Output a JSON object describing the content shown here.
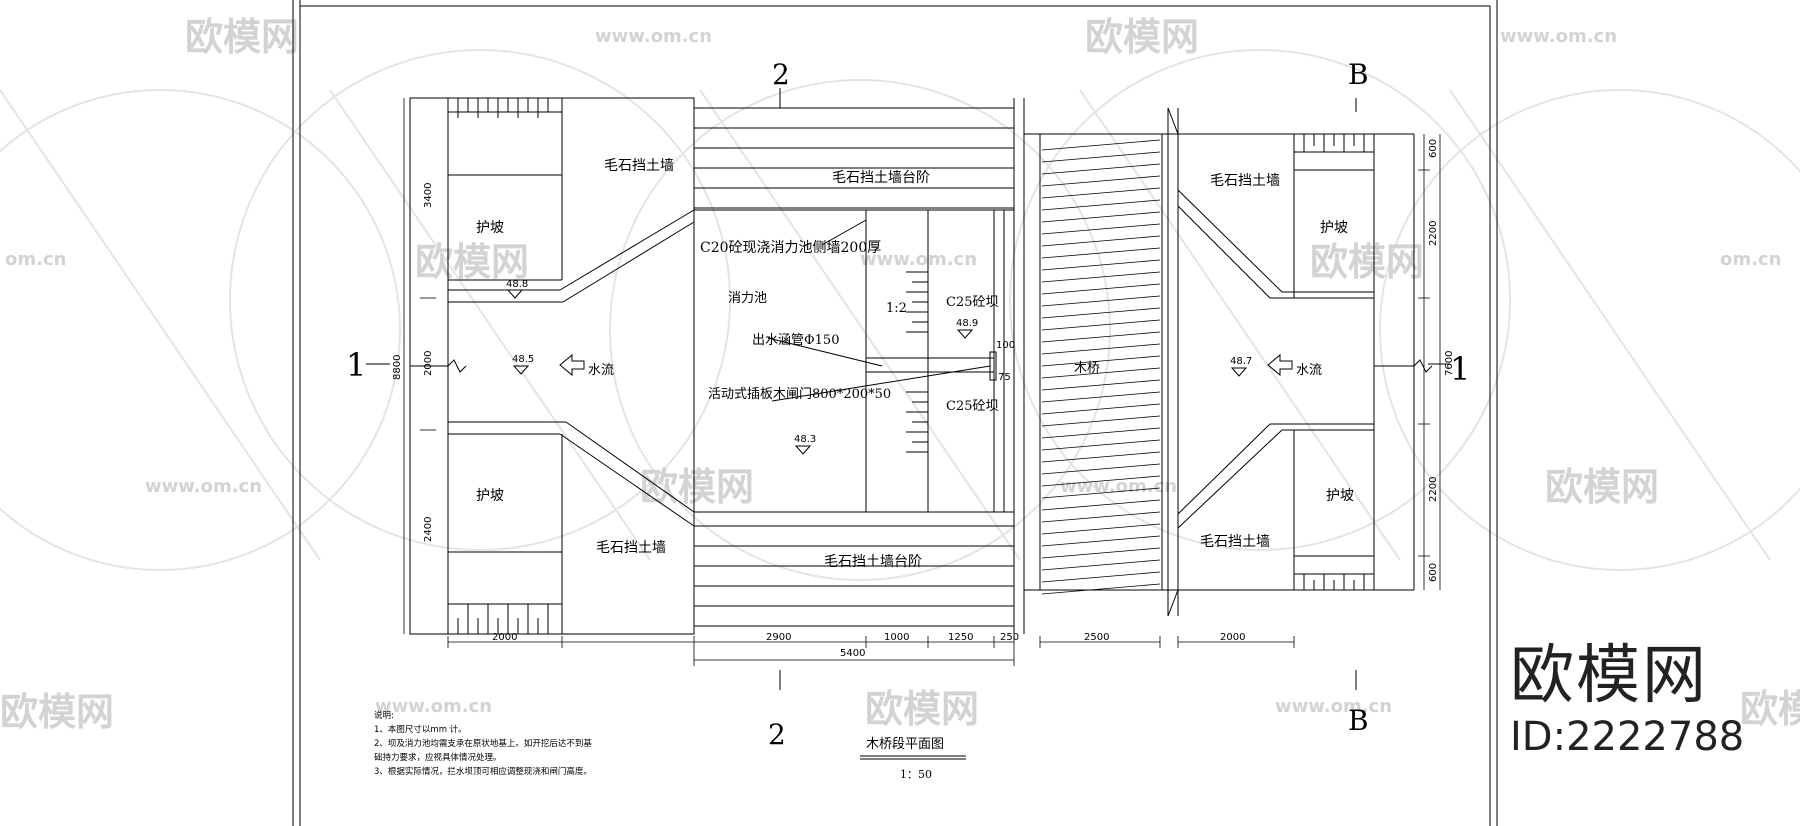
{
  "watermark": {
    "brand": "欧模网",
    "url": "www.om.cn",
    "url_short": "om.cn",
    "id": "ID:2222788"
  },
  "labels": {
    "riprap_wall": "毛石挡土墙",
    "riprap_steps": "毛石挡土墙台阶",
    "slope": "护坡",
    "side_wall": "C20砼现浇消力池侧墙200厚",
    "stilling_pool": "消力池",
    "outlet_pipe": "出水涵管Φ150",
    "gate": "活动式插板木闸门800*200*50",
    "dam": "C25砼坝",
    "bridge": "木桥",
    "flow": "水流",
    "slope_ratio": "1:2"
  },
  "section_marks": {
    "s2": "2",
    "sB": "B",
    "s1": "1"
  },
  "elevations": {
    "e1": "48.8",
    "e2": "48.5",
    "e3": "48.9",
    "e4": "48.3",
    "e5": "48.7"
  },
  "dimensions": {
    "d2000": "2000",
    "d2900": "2900",
    "d1000": "1000",
    "d1250": "1250",
    "d250": "250",
    "d2500": "2500",
    "d5400": "5400",
    "d3400": "3400",
    "d2400": "2400",
    "d2000v": "2000",
    "d8800": "8800",
    "d600": "600",
    "d2200": "2200",
    "d7600": "7600",
    "d100": "100",
    "d75": "75"
  },
  "notes": {
    "heading": "说明:",
    "line1": "1、本图尺寸以mm 计。",
    "line2": "2、坝及消力池均需支承在原状地基上。如开挖后达不到基",
    "line2b": "础持力要求，应视具体情况处理。",
    "line3": "3、根据实际情况，拦水坝顶可相应调整现浇和闸门高度。"
  },
  "title": {
    "main": "木桥段平面图",
    "scale": "1：50"
  }
}
